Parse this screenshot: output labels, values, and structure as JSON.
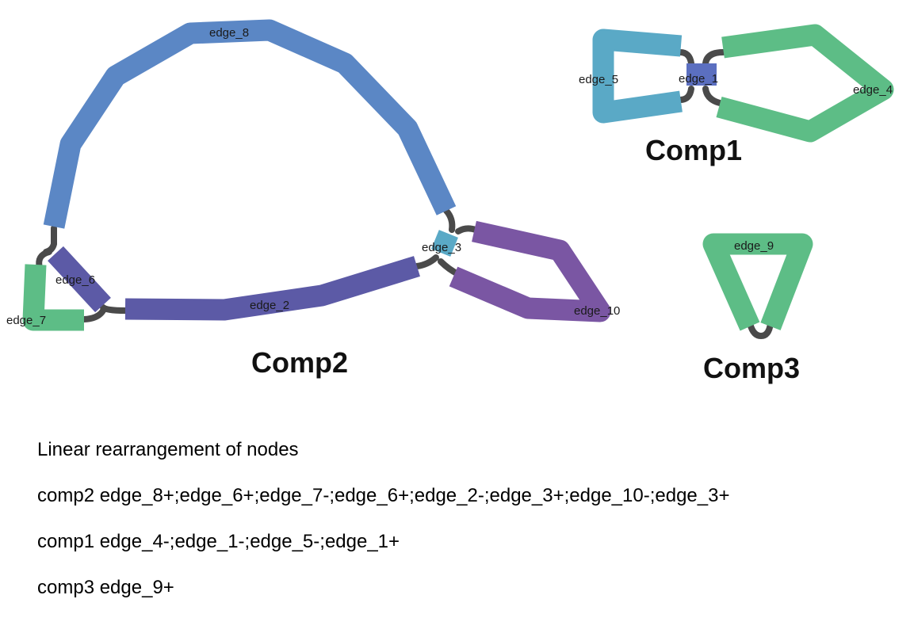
{
  "colors": {
    "link": "#4a4a4a",
    "blue": "#5b87c5",
    "indigo": "#5c5aa6",
    "teal": "#5aa9c6",
    "green": "#5dbd86",
    "purple": "#7a56a3"
  },
  "components": [
    {
      "title": "Comp2",
      "edges": [
        {
          "label": "edge_8",
          "color": "blue"
        },
        {
          "label": "edge_6",
          "color": "indigo"
        },
        {
          "label": "edge_7",
          "color": "green"
        },
        {
          "label": "edge_2",
          "color": "indigo"
        },
        {
          "label": "edge_3",
          "color": "teal"
        },
        {
          "label": "edge_10",
          "color": "purple"
        }
      ]
    },
    {
      "title": "Comp1",
      "edges": [
        {
          "label": "edge_5",
          "color": "teal"
        },
        {
          "label": "edge_1",
          "color": "indigo"
        },
        {
          "label": "edge_4",
          "color": "green"
        }
      ]
    },
    {
      "title": "Comp3",
      "edges": [
        {
          "label": "edge_9",
          "color": "green"
        }
      ]
    }
  ],
  "text": {
    "heading": "Linear rearrangement of nodes",
    "lines": [
      "comp2 edge_8+;edge_6+;edge_7-;edge_6+;edge_2-;edge_3+;edge_10-;edge_3+",
      "comp1 edge_4-;edge_1-;edge_5-;edge_1+",
      "comp3 edge_9+"
    ]
  }
}
